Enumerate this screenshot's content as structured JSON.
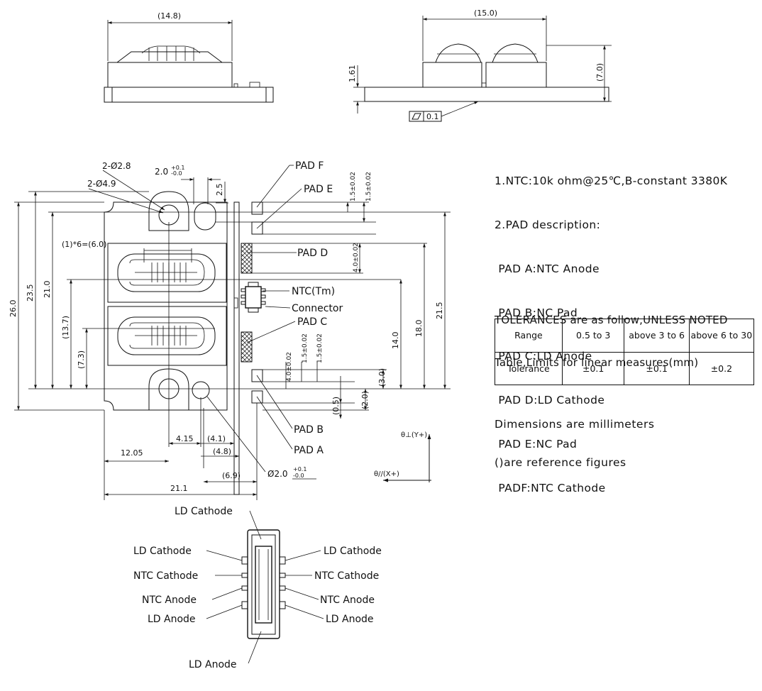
{
  "top_views": {
    "left": {
      "width_dim": "(14.8)"
    },
    "right": {
      "width_dim": "(15.0)",
      "height_dim": "(7.0)",
      "step_dim": "1.61",
      "flatness_value": "0.1"
    }
  },
  "plan_view": {
    "hole_small": "2-Ø2.8",
    "hole_large": "2-Ø4.9",
    "slot_width": "2.0",
    "slot_tol_plus": "+0.1",
    "slot_tol_minus": "-0.0",
    "dim_2_5": "2.5",
    "pitch": "(1)*6=(6.0)",
    "pad_f": "PAD F",
    "pad_e": "PAD E",
    "pad_d": "PAD D",
    "pad_c": "PAD C",
    "pad_b": "PAD B",
    "pad_a": "PAD A",
    "ntc": "NTC(Tm)",
    "connector": "Connector",
    "pad_len_a": "1.5±0.02",
    "pad_len_b": "1.5±0.02",
    "pad_len_d": "4.0±0.02",
    "pad_len_c": "4.0±0.02",
    "pad_len_c2": "1.5±0.02",
    "pad_len_c3": "1.5±0.02",
    "v_26": "26.0",
    "v_23_5": "23.5",
    "v_21": "21.0",
    "v_13_7": "(13.7)",
    "v_7_3": "(7.3)",
    "v_14": "14.0",
    "v_18": "18.0",
    "v_21_5": "21.5",
    "v_3_0": "(3.0)",
    "v_2_0": "(2.0)",
    "v_0_5": "(0.5)",
    "h_4_15": "4.15",
    "h_4_1": "(4.1)",
    "h_4_8": "(4.8)",
    "h_12_05": "12.05",
    "h_6_9": "(6.9)",
    "h_21_1": "21.1",
    "pin_hole": "Ø2.0",
    "pin_tol_plus": "+0.1",
    "pin_tol_minus": "-0.0",
    "axis_y": "θ⊥(Y+)",
    "axis_x": "θ//(X+)"
  },
  "connector_view": {
    "ld_cathode": "LD Cathode",
    "ntc_cathode": "NTC Cathode",
    "ntc_anode": "NTC Anode",
    "ld_anode": "LD Anode"
  },
  "notes": [
    "1.NTC:10k ohm@25℃,B-constant 3380K",
    "2.PAD description:",
    " PAD A:NTC Anode",
    " PAD B:NC Pad",
    " PAD C:LD Anode",
    " PAD D:LD Cathode",
    " PAD E:NC Pad",
    " PADF:NTC Cathode"
  ],
  "tolerances": {
    "heading_1": "TOLERANCES are as follow,UNLESS NOTED",
    "heading_2": "Table,Limits for linear measures(mm)",
    "row_labels": [
      "Range",
      "Tolerance"
    ],
    "ranges": [
      "0.5 to 3",
      "above 3 to 6",
      "above 6 to 30"
    ],
    "values": [
      "±0.1",
      "±0.1",
      "±0.2"
    ]
  },
  "footer": {
    "line_1": "Dimensions are millimeters",
    "line_2": "()are reference figures"
  }
}
